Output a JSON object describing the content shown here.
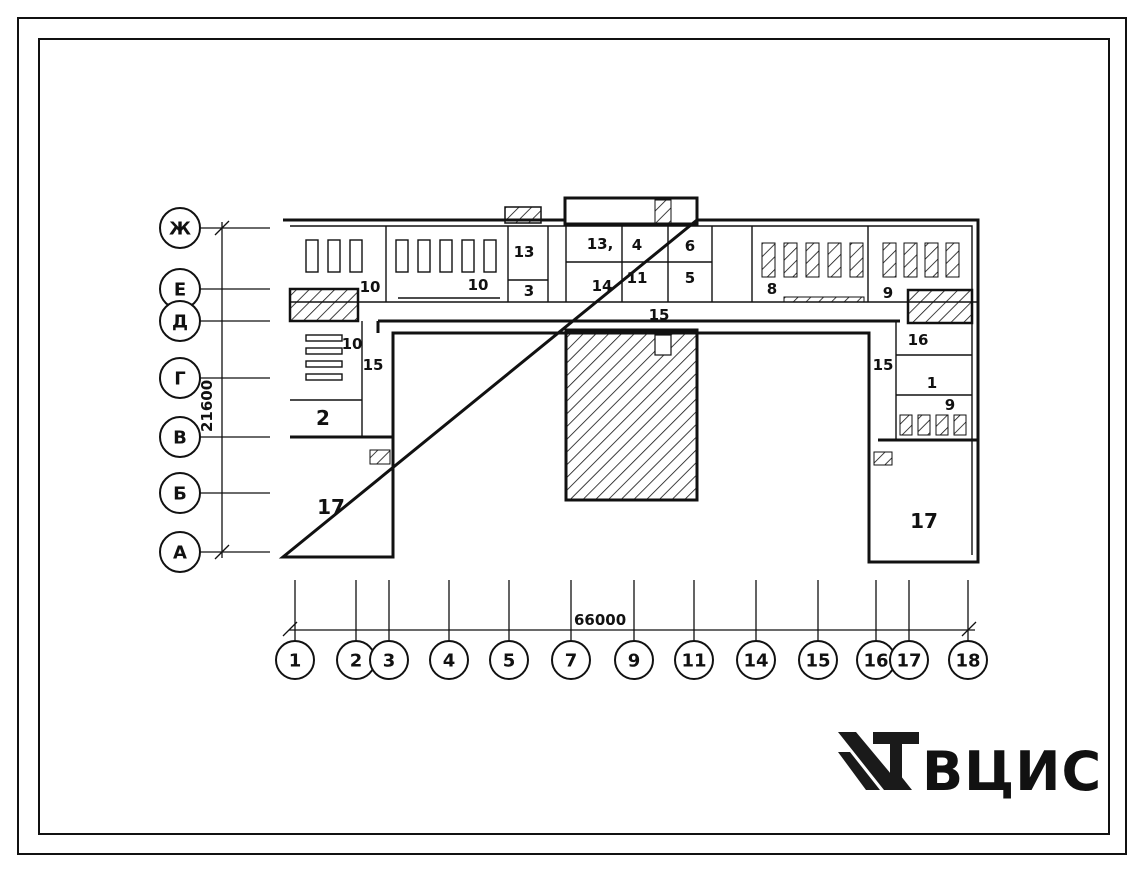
{
  "plan": {
    "row_axes": [
      "Ж",
      "Е",
      "Д",
      "Г",
      "В",
      "Б",
      "А"
    ],
    "column_axes": [
      "1",
      "2",
      "3",
      "4",
      "5",
      "7",
      "9",
      "11",
      "14",
      "15",
      "16",
      "17",
      "18"
    ],
    "overall_width_dim": "66000",
    "overall_depth_dim": "21600",
    "rooms": {
      "r10a": "10",
      "r10b": "10",
      "r10c": "10",
      "r13a": "13",
      "r3": "3",
      "r13b": "13,",
      "r4": "4",
      "r6": "6",
      "r14": "14",
      "r11": "11",
      "r5": "5",
      "r8": "8",
      "r9a": "9",
      "r15a": "15",
      "r15b": "15",
      "r15c": "15",
      "r2": "2",
      "r16": "16",
      "r1": "1",
      "r9b": "9",
      "r17a": "17",
      "r17b": "17"
    }
  },
  "logo": {
    "text": "ВЦИС"
  },
  "colors": {
    "ink": "#111111",
    "paper": "#ffffff",
    "logo": "#1a1a1a"
  }
}
